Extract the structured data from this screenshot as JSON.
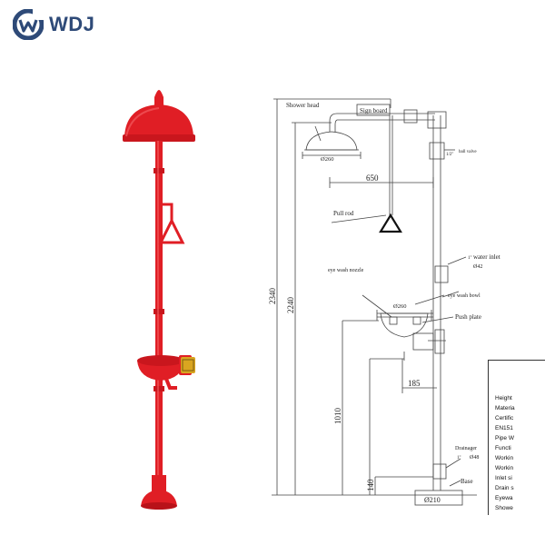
{
  "brand": {
    "name": "WDJ",
    "accent": "#2e4a78"
  },
  "product": {
    "body_color": "#e01e25",
    "plate_color": "#d9a520"
  },
  "drawing": {
    "labels": {
      "shower_head": "Shower head",
      "sign_board": "Sign board",
      "ball_valve_size": "1/2\"",
      "ball_valve": "ball valve",
      "pull_rod": "Pull rod",
      "water_inlet_size": "1\"",
      "water_inlet": "water inlet",
      "water_inlet_dia": "Ø42",
      "eye_wash_nozzle": "eye wash nozzle",
      "eye_wash_bowl": "eye wash bowl",
      "push_plate": "Push plate",
      "drainage": "Drainager",
      "drainage_size": "1\"",
      "drainage_dia": "Ø48",
      "base": "Base"
    },
    "dimensions": {
      "shower_dia": "Ø260",
      "arm_length": "650",
      "total_height": "2340",
      "head_height": "2240",
      "bowl_dia": "Ø260",
      "bowl_offset": "185",
      "bowl_height": "1010",
      "drain_height": "140",
      "base_dia": "Ø210"
    }
  },
  "spec_table": {
    "rows": [
      "Height",
      "Materia",
      "Certific",
      "EN151",
      "Pipe W",
      "Functi",
      "Workin",
      "Workin",
      "Inlet si",
      "Drain s",
      "Eyewa",
      "Showe"
    ]
  }
}
